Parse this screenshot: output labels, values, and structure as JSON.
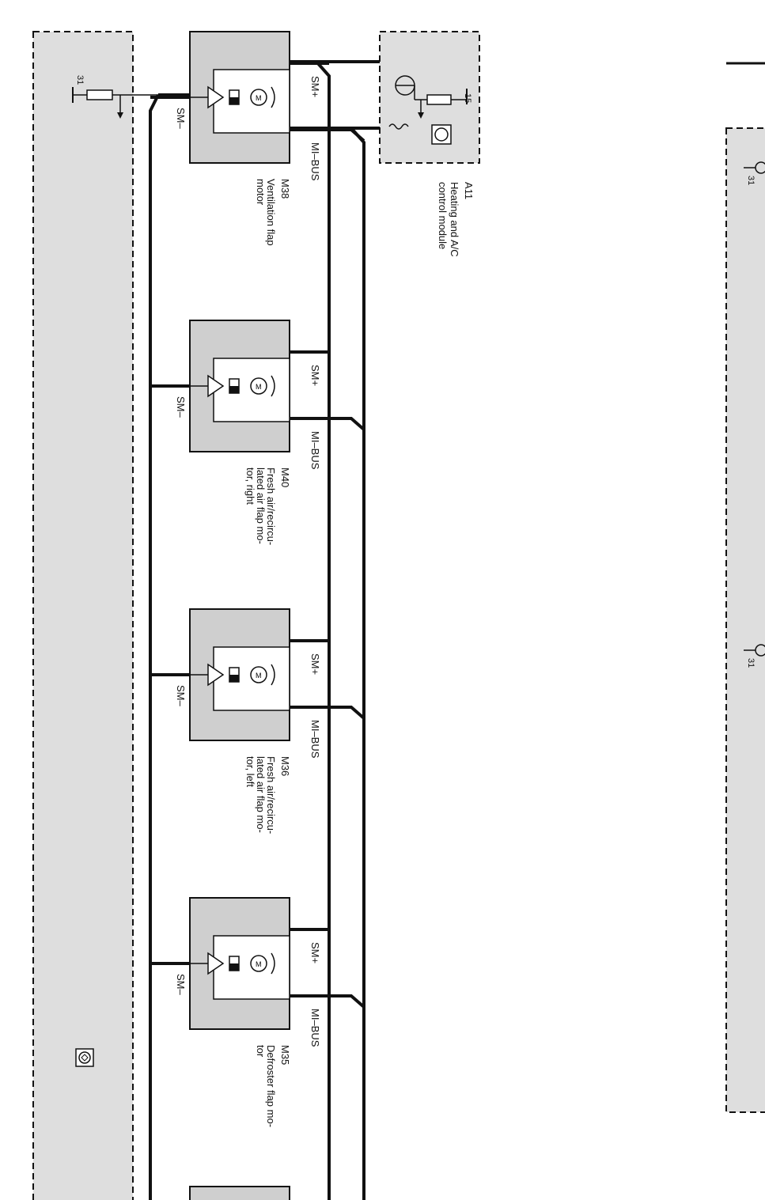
{
  "ground_terminal": "31",
  "ground_terminal_right_top": "31",
  "ground_terminal_right_bottom": "31",
  "module": {
    "id": "A11",
    "name": "Heating and A/C control module",
    "name_lines": [
      "Heating and A/C",
      "control module"
    ],
    "supply_terminal": "15"
  },
  "wires": {
    "sm_plus": "SM+",
    "sm_minus": "SM–",
    "bus": "MI–BUS"
  },
  "motors": [
    {
      "id": "M38",
      "lines": [
        "Ventilation flap",
        "motor"
      ]
    },
    {
      "id": "M40",
      "lines": [
        "Fresh air/recircu-",
        "lated air flap mo-",
        "tor, right"
      ]
    },
    {
      "id": "M36",
      "lines": [
        "Fresh air/recircu-",
        "lated air flap mo-",
        "tor, left"
      ]
    },
    {
      "id": "M35",
      "lines": [
        "Defroster flap mo-",
        "tor"
      ]
    }
  ]
}
